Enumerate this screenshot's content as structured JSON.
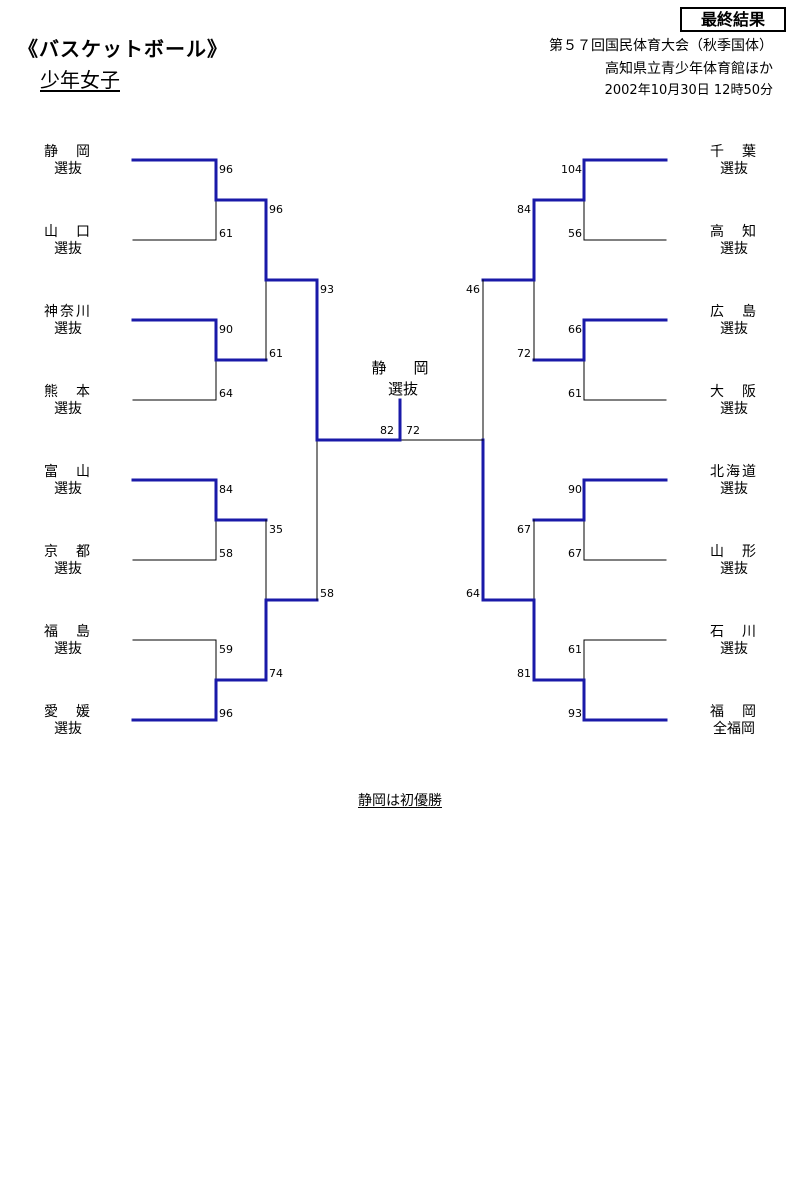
{
  "header": {
    "main_title": "《バスケットボール》",
    "sub_title": "少年女子",
    "badge": "最終結果",
    "event": "第５７回国民体育大会（秋季国体）",
    "venue": "高知県立青少年体育館ほか",
    "datetime": "2002年10月30日 12時50分"
  },
  "colors": {
    "winner_line": "#1a1aa8",
    "loser_line": "#000000"
  },
  "left_teams": [
    {
      "name": "静　岡",
      "group": "選抜"
    },
    {
      "name": "山　口",
      "group": "選抜"
    },
    {
      "name": "神奈川",
      "group": "選抜"
    },
    {
      "name": "熊　本",
      "group": "選抜"
    },
    {
      "name": "富　山",
      "group": "選抜"
    },
    {
      "name": "京　都",
      "group": "選抜"
    },
    {
      "name": "福　島",
      "group": "選抜"
    },
    {
      "name": "愛　媛",
      "group": "選抜"
    }
  ],
  "right_teams": [
    {
      "name": "千　葉",
      "group": "選抜"
    },
    {
      "name": "高　知",
      "group": "選抜"
    },
    {
      "name": "広　島",
      "group": "選抜"
    },
    {
      "name": "大　阪",
      "group": "選抜"
    },
    {
      "name": "北海道",
      "group": "選抜"
    },
    {
      "name": "山　形",
      "group": "選抜"
    },
    {
      "name": "石　川",
      "group": "選抜"
    },
    {
      "name": "福　岡",
      "group": "全福岡"
    }
  ],
  "scores": {
    "left_r1": [
      "96",
      "61",
      "90",
      "64",
      "84",
      "58",
      "59",
      "96"
    ],
    "left_r2": [
      "96",
      "61",
      "35",
      "74"
    ],
    "left_r3": [
      "93",
      "58"
    ],
    "final_left": "82",
    "final_right": "72",
    "right_r3": [
      "46",
      "64"
    ],
    "right_r2": [
      "84",
      "72",
      "67",
      "81"
    ],
    "right_r1": [
      "104",
      "56",
      "66",
      "61",
      "90",
      "67",
      "61",
      "93"
    ]
  },
  "champion": {
    "name": "静　岡",
    "group": "選抜"
  },
  "footer_note": "静岡は初優勝"
}
